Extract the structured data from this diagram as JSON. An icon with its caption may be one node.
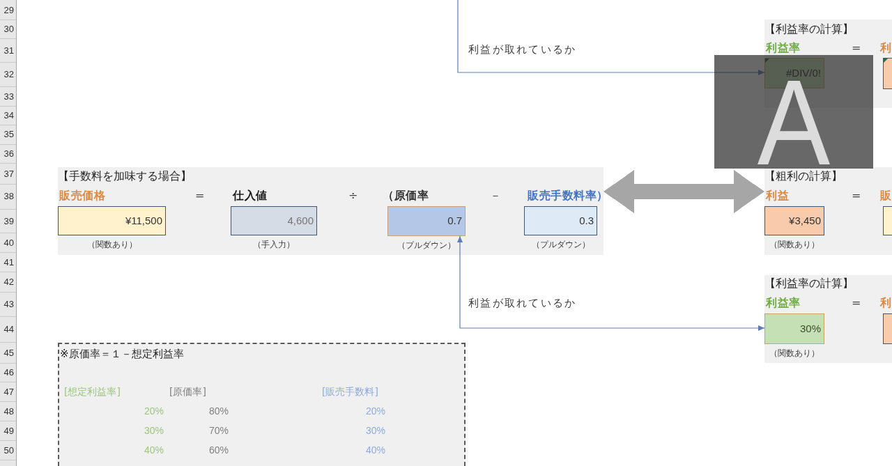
{
  "diagram": {
    "nodes": [
      {
        "text": [
          "【利益率の計算】",
          "利益率",
          "=",
          "利"
        ]
      },
      {
        "text": [
          "#DIV/0!"
        ]
      },
      {
        "text": [],
        "shape": "box",
        "in": 0
      },
      {
        "text": [
          "A"
        ]
      },
      {
        "text": [
          "【手数料を加味する場合】",
          "販売価格",
          "=",
          "仕入値",
          "÷",
          "（原価率",
          "－",
          "販売手数料率）"
        ]
      },
      {
        "text": [
          "¥11,500"
        ],
        "in": 4,
        "beside": [
          "（関数あり）"
        ]
      },
      {
        "text": [
          "4,600"
        ],
        "in": 4,
        "beside": [
          "（手入力）"
        ]
      },
      {
        "text": [
          "0.7"
        ],
        "in": 4,
        "beside": [
          "（プルダウン）"
        ]
      },
      {
        "text": [
          "0.3"
        ],
        "in": 4,
        "beside": [
          "（プルダウン）"
        ]
      },
      {
        "text": [
          "【粗利の計算】",
          "利益",
          "=",
          "販"
        ]
      },
      {
        "text": [
          "¥3,450"
        ],
        "in": 9,
        "beside": [
          "（関数あり）"
        ]
      },
      {
        "text": [],
        "shape": "box",
        "in": 9
      },
      {
        "text": [
          "【利益率の計算】",
          "利益率",
          "=",
          "利"
        ]
      },
      {
        "text": [
          "30%"
        ],
        "in": 12,
        "beside": [
          "（関数あり）"
        ]
      },
      {
        "text": [],
        "shape": "box",
        "in": 12
      },
      {
        "text": [
          "※原価率＝１－想定利益率",
          "[想定利益率]",
          "[原価率]",
          "[販売手数料]",
          "20%",
          "80%",
          "20%",
          "30%",
          "70%",
          "30%",
          "40%",
          "60%",
          "40%"
        ]
      }
    ],
    "edges": [
      {
        "from": null,
        "to": 1,
        "arrow": "to",
        "label": "利益が取れているか"
      },
      {
        "from": 7,
        "to": 13,
        "arrow": "both",
        "label": "利益が取れているか"
      },
      {
        "from": 4,
        "to": 9,
        "arrow": "both",
        "style": "thick",
        "color": "#a6a6a6"
      }
    ],
    "labels": [
      "29",
      "30",
      "31",
      "32",
      "33",
      "34",
      "35",
      "36",
      "37",
      "38",
      "39",
      "40",
      "41",
      "42",
      "43",
      "44",
      "45",
      "46",
      "47",
      "48",
      "49",
      "50"
    ]
  }
}
